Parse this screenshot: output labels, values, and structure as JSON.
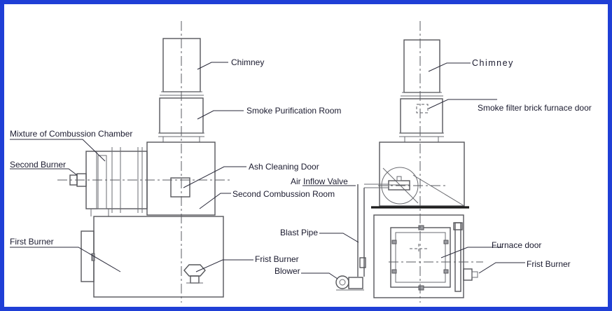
{
  "left_view": {
    "chimney": "Chimney",
    "smoke_purification_room": "Smoke Purification Room",
    "mixture_chamber": "Mixture of Combussion Chamber",
    "second_burner": "Second Burner",
    "ash_cleaning_door": "Ash Cleaning Door",
    "second_combustion_room": "Second Combussion Room",
    "first_burner": "First Burner",
    "frist_burner": "Frist Burner"
  },
  "right_view": {
    "chimney": "Chimney",
    "smoke_filter_door": "Smoke filter brick furnace door",
    "air_inflow_valve": "Air Inflow Valve",
    "blast_pipe": "Blast Pipe",
    "blower": "Blower",
    "furnace_door": "Furnace door",
    "frist_burner": "Frist Burner"
  },
  "colors": {
    "frame": "#1f3fd6",
    "line": "#55565a",
    "text": "#1a1a2e"
  }
}
